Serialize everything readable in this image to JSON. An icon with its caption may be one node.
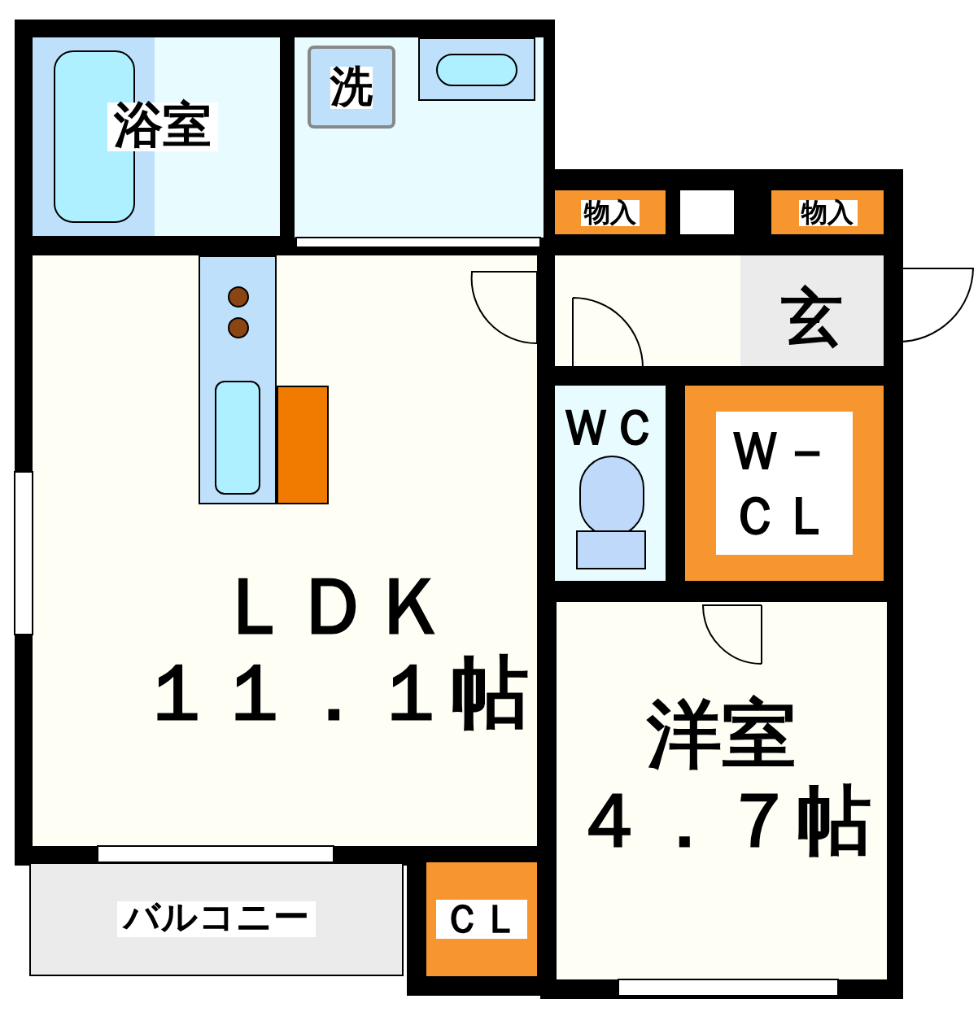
{
  "diagram": {
    "nodes": [
      {
        "text": [
          "浴室"
        ]
      },
      {
        "text": [],
        "shape": "box"
      },
      {
        "text": [
          "洗"
        ],
        "in": 1
      },
      {
        "text": [
          "物入"
        ]
      },
      {
        "text": [
          "物入"
        ]
      },
      {
        "text": [
          "玄"
        ]
      },
      {
        "text": [
          "ＷＣ"
        ]
      },
      {
        "text": [
          "Ｗ－ＣＬ"
        ]
      },
      {
        "text": [
          "ＬＤＫ",
          "１１．１帖"
        ]
      },
      {
        "text": [
          "洋室",
          "４．７帖"
        ]
      },
      {
        "text": [
          "バルコニー"
        ]
      },
      {
        "text": [
          "ＣＬ"
        ]
      }
    ]
  }
}
